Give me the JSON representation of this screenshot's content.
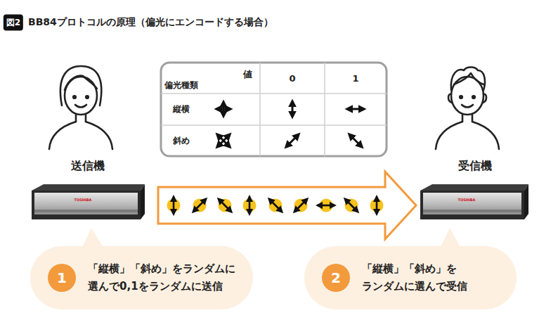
{
  "diagram": {
    "title": "BB84プロトコルの原理（偏光にエンコードする場合）",
    "nodes": [
      {
        "text": [
          "送信機"
        ]
      },
      {
        "text": [
          "受信機"
        ]
      },
      {
        "text": [
          "「縦横」「斜め」をランダムに 選んで0,1をランダムに送信"
        ]
      },
      {
        "text": [
          "1"
        ],
        "in": 2
      },
      {
        "text": [
          "「縦横」「斜め」を ランダムに選んで受信"
        ]
      },
      {
        "text": [
          "2"
        ],
        "in": 4
      }
    ],
    "edges": [
      {
        "from": 0,
        "to": 1,
        "arrow": "to"
      }
    ],
    "labels": [
      "図2",
      "値",
      "偏光種類",
      "0",
      "1",
      "縦横",
      "斜め",
      "TOSHIBA",
      "TOSHIBA"
    ]
  }
}
